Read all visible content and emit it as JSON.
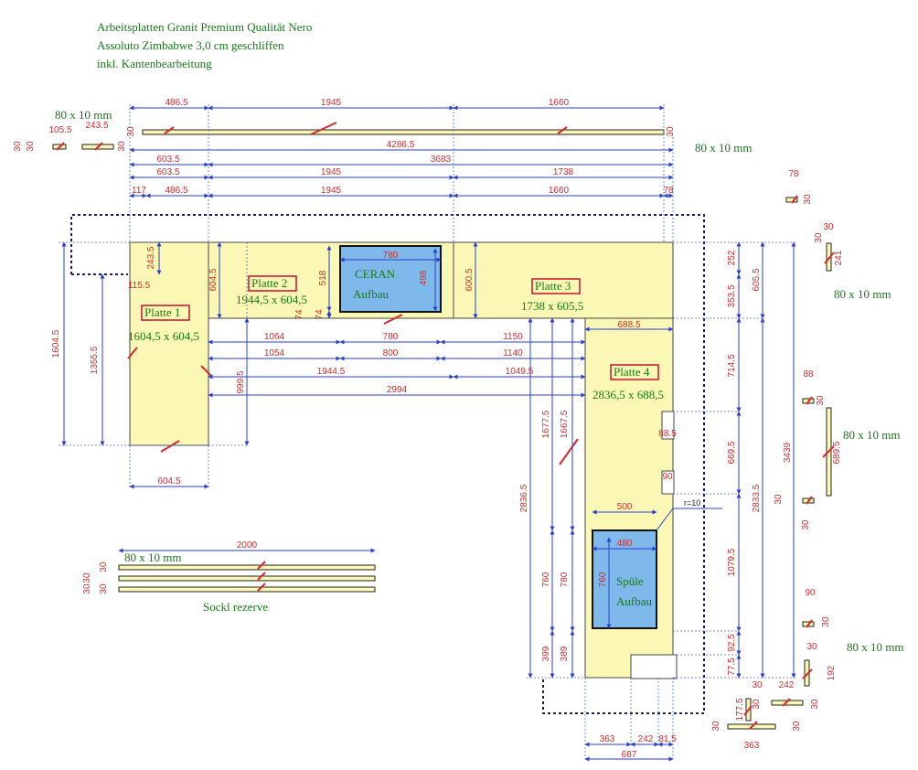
{
  "header": {
    "line1": "Arbeitsplatten Granit Premium Qualität Nero",
    "line2": "Assoluto Zimbabwe 3,0 cm geschliffen",
    "line3": "inkl. Kantenbearbeitung"
  },
  "colors": {
    "slab": "#fbf7b4",
    "cutout": "#7fb8ea",
    "dim": "#2a3fcf",
    "dim_text": "#d42a2a",
    "green": "#167b16",
    "label_border": "#c8102e",
    "outline": "#1c1c78"
  },
  "plates": [
    {
      "name": "Platte 1",
      "size": "1604,5 x 604,5"
    },
    {
      "name": "Platte 2",
      "size": "1944,5 x 604,5"
    },
    {
      "name": "Platte 3",
      "size": "1738 x 605,5"
    },
    {
      "name": "Platte 4",
      "size": "2836,5 x 688,5"
    }
  ],
  "cutouts": {
    "ceran": {
      "line1": "CERAN",
      "line2": "Aufbau"
    },
    "spuele": {
      "line1": "Spüle",
      "line2": "Aufbau"
    },
    "radius": "r=10"
  },
  "notes": {
    "mm_a": "80 x 10 mm",
    "mm_b": "80 x 10 mm",
    "mm_c": "80 x 10 mm",
    "mm_d": "80 x 10 mm",
    "mm_e": "80 x 10 mm",
    "mm_f": "80 x 10 mm",
    "sockel": "Sockl rezerve"
  },
  "dims": {
    "top_486": "486.5",
    "top_1945": "1945",
    "top_1660": "1660",
    "d4286": "4286.5",
    "d603a": "603.5",
    "d3683": "3683",
    "d603b": "603.5",
    "d1945b": "1945",
    "d1738": "1738",
    "d117": "117",
    "d486b": "486.5",
    "d1945c": "1945",
    "d1660b": "1660",
    "d78": "78",
    "d1064": "1064",
    "d780m": "780",
    "d1150": "1150",
    "d1054": "1054",
    "d800": "800",
    "d1140": "1140",
    "d1944": "1944.5",
    "d1049": "1049.5",
    "d2994": "2994",
    "d688top": "688.5",
    "d780c": "780",
    "d498": "498",
    "v1604": "1604.5",
    "v1355": "1355.5",
    "v243": "243.5",
    "d115": "115.5",
    "v604a": "604.5",
    "v518": "518",
    "v74a": "74",
    "v74b": "74",
    "v600": "600.5",
    "v999": "999.5",
    "b604": "604.5",
    "v252": "252",
    "v353": "353.5",
    "v605": "605.5",
    "v714": "714.5",
    "v669": "669.5",
    "v1079": "1079.5",
    "v92": "92.5",
    "v77": "77.5",
    "v2833": "2833.5",
    "v3439": "3439",
    "v2836": "2836.5",
    "v1677": "1677.5",
    "v1667": "1667.5",
    "v760a": "760",
    "v780s": "780",
    "v760b": "760",
    "v399": "399",
    "v389": "389",
    "d500": "500",
    "d480": "480",
    "d88": "88.5",
    "d90": "90",
    "b363": "363",
    "b242": "242",
    "b81": "81.5",
    "b687": "687",
    "s105": "105.5",
    "s243": "243.5",
    "s30a": "30",
    "s30b": "30",
    "s30c": "30",
    "s30d": "30",
    "s30e": "30",
    "r78": "78",
    "r30a": "30",
    "r30b": "30",
    "r241": "241",
    "r30c": "30",
    "r88": "88",
    "r30d": "30",
    "r689": "689.5",
    "r30e": "30",
    "r30f": "30",
    "r90": "90",
    "r30g": "30",
    "r30h": "30",
    "r192": "192",
    "r30i": "30",
    "r242b": "242",
    "r30j": "30",
    "r30k": "30",
    "r177": "177.5",
    "r30l": "30",
    "r30m": "30",
    "r363b": "363",
    "r30n": "30",
    "z2000": "2000",
    "z30a": "30",
    "z30b": "30",
    "z30c": "30",
    "z30d": "30"
  }
}
